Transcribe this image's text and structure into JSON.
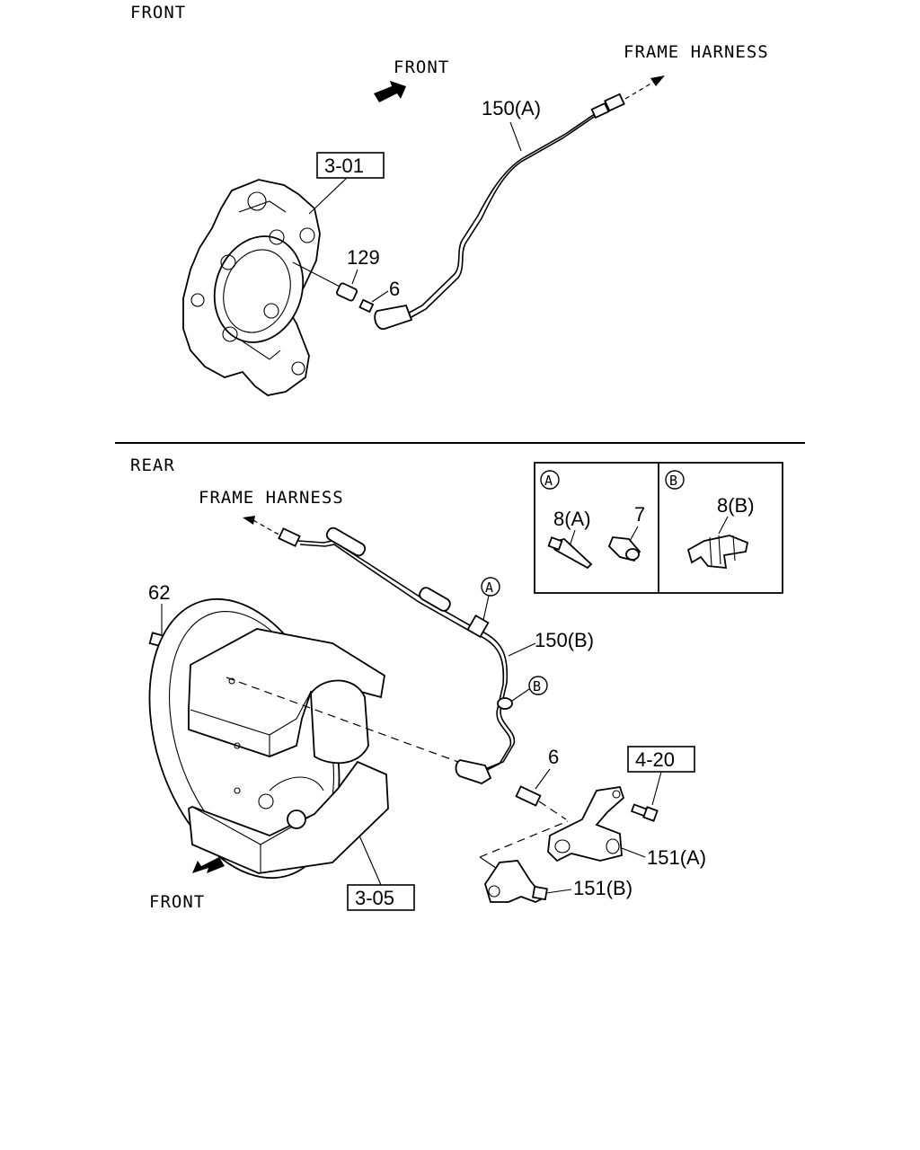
{
  "sections": {
    "front": "FRONT",
    "rear": "REAR"
  },
  "front_view": {
    "direction_label": "FRONT",
    "harness_label": "FRAME HARNESS",
    "ref_knuckle": "3-01",
    "sensor_cable": "150(A)",
    "bushing": "129",
    "sensor_screw": "6"
  },
  "rear_view": {
    "harness_label": "FRAME HARNESS",
    "direction_label": "FRONT",
    "bolt": "62",
    "sensor_cable": "150(B)",
    "clamp_marker_a": "A",
    "clamp_marker_b": "B",
    "sensor_screw": "6",
    "ref_bracket": "4-20",
    "bracket_a": "151(A)",
    "bracket_b": "151(B)",
    "ref_brake": "3-05"
  },
  "detail_box": {
    "panel_a_marker": "A",
    "panel_b_marker": "B",
    "clip_a": "8(A)",
    "clip_7": "7",
    "clip_b": "8(B)"
  },
  "colors": {
    "line": "#000000",
    "background": "#ffffff"
  },
  "icons": [
    "front-arrow-icon",
    "harness-arrow-icon"
  ]
}
